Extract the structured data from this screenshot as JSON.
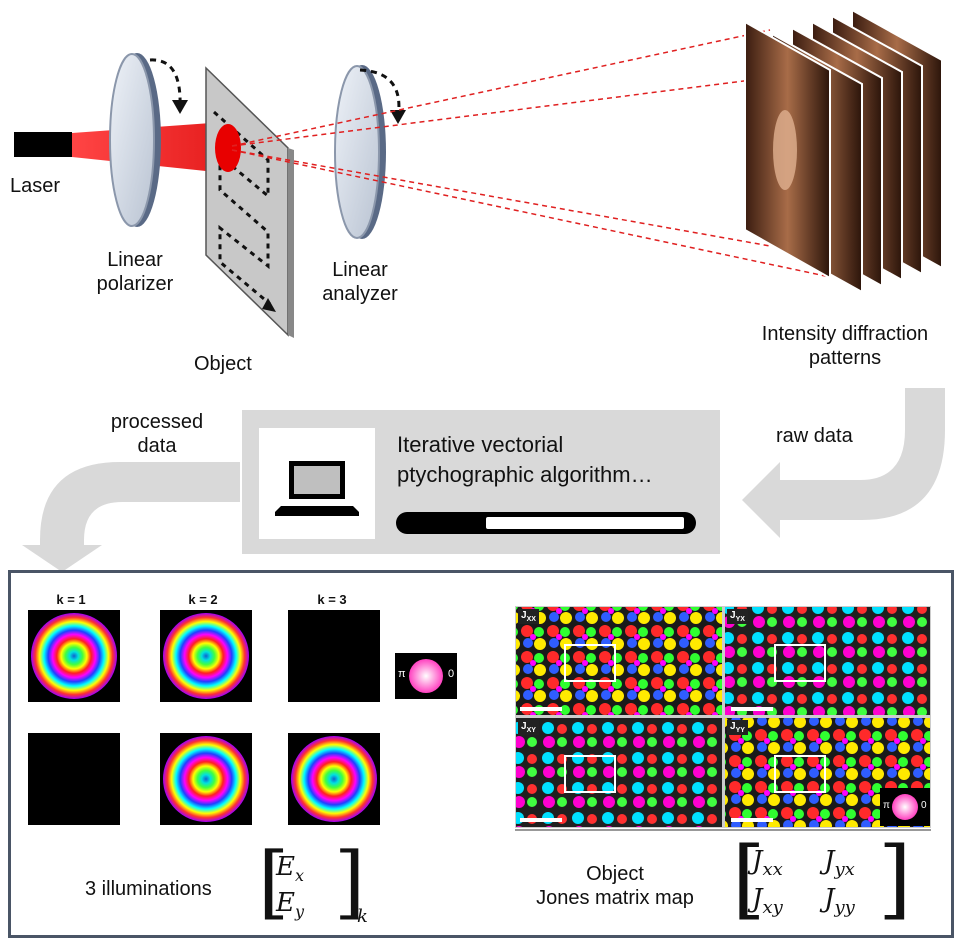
{
  "setup": {
    "laser": "Laser",
    "polarizer": [
      "Linear",
      "polarizer"
    ],
    "object": "Object",
    "analyzer": [
      "Linear",
      "analyzer"
    ],
    "patterns": [
      "Intensity diffraction",
      "patterns"
    ]
  },
  "flow": {
    "raw_data": "raw data",
    "processed": [
      "processed",
      "data"
    ],
    "algorithm": [
      "Iterative vectorial",
      "ptychographic algorithm…"
    ],
    "progress_fraction": 0.3
  },
  "results": {
    "k_labels": [
      "k = 1",
      "k = 2",
      "k = 3"
    ],
    "illuminations": "3 illuminations",
    "vector": {
      "top": "E",
      "top_sub": "x",
      "bottom": "E",
      "bottom_sub": "y",
      "outer_sub": "k"
    },
    "object_label": [
      "Object",
      "Jones matrix map"
    ],
    "matrix": {
      "a": "J",
      "a_sub": "xx",
      "b": "J",
      "b_sub": "yx",
      "c": "J",
      "c_sub": "xy",
      "d": "J",
      "d_sub": "yy"
    },
    "jones_tiles": [
      {
        "label": "J",
        "sub": "XX"
      },
      {
        "label": "J",
        "sub": "YX"
      },
      {
        "label": "J",
        "sub": "XY"
      },
      {
        "label": "J",
        "sub": "YY"
      }
    ],
    "phase_wheel": {
      "left": "π",
      "right": "0"
    }
  }
}
